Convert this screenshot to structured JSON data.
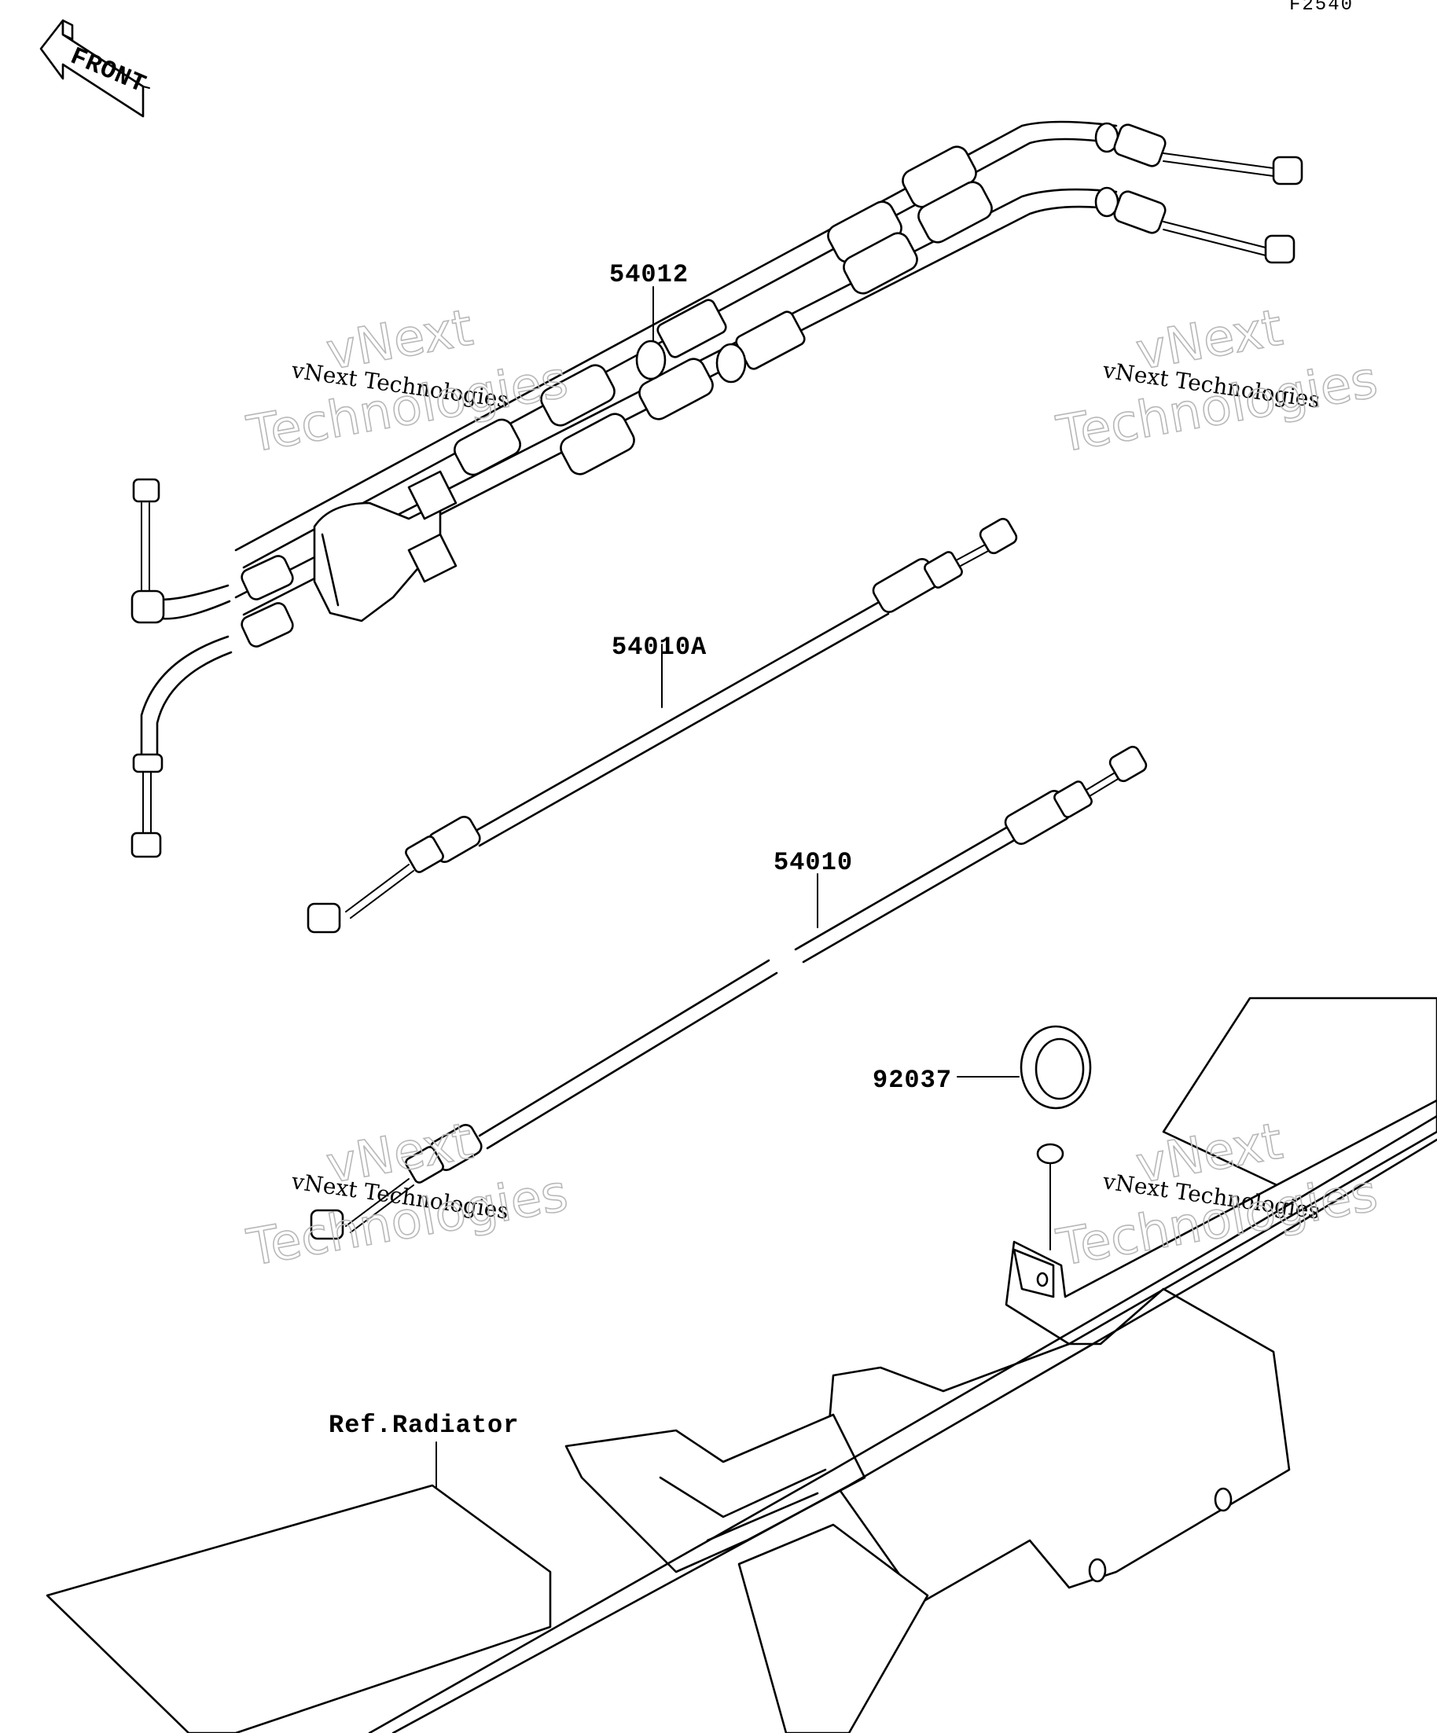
{
  "diagram": {
    "code": "F2540",
    "front_label": "FRONT",
    "callouts": {
      "throttle_cable": "54012",
      "cable_a": "54010A",
      "cable_b": "54010",
      "clamp": "92037",
      "ref_radiator": "Ref.Radiator"
    },
    "watermark": {
      "line1": "vNext",
      "line2": "vNext Technologies",
      "line3": "Technologies"
    }
  }
}
